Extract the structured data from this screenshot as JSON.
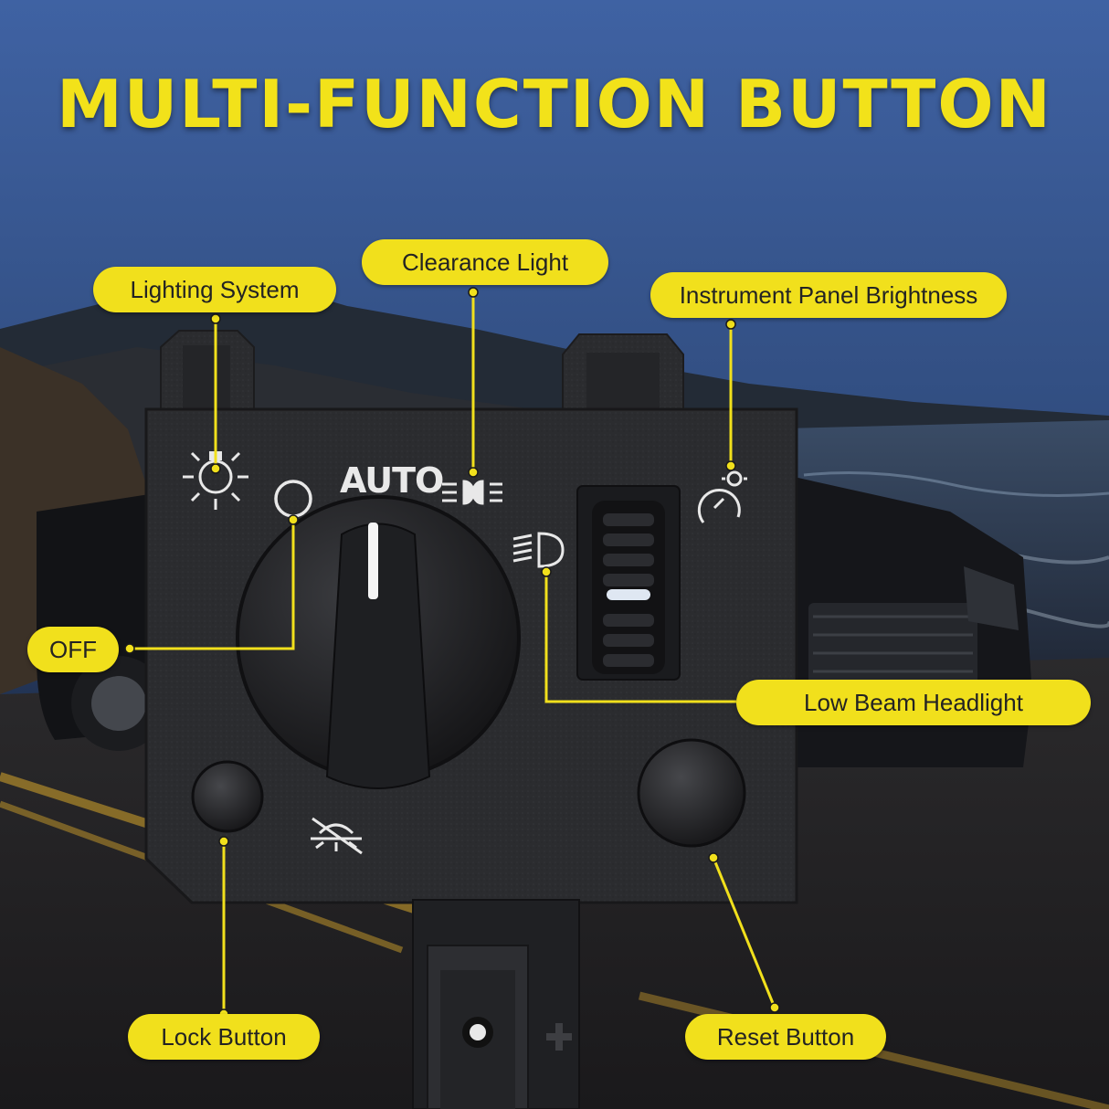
{
  "title": "MULTI-FUNCTION BUTTON",
  "panel": {
    "auto_label": "AUTO"
  },
  "callouts": {
    "lighting_system": "Lighting System",
    "clearance_light": "Clearance Light",
    "instrument_panel_brightness": "Instrument Panel Brightness",
    "off": "OFF",
    "low_beam_headlight": "Low Beam Headlight",
    "lock_button": "Lock Button",
    "reset_button": "Reset Button"
  },
  "colors": {
    "accent_yellow": "#f1e01c",
    "panel_black": "#2a2b2e",
    "sky_blue": "#3d5a8c"
  },
  "icons": [
    "lighting-system-icon",
    "off-circle-icon",
    "clearance-light-icon",
    "low-beam-icon",
    "instrument-brightness-icon",
    "dome-light-off-icon"
  ]
}
